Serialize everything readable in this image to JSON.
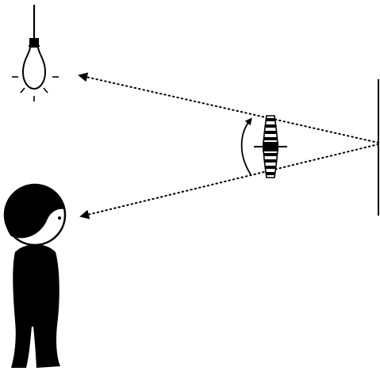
{
  "diagram": {
    "background": "#ffffff",
    "ink": "#000000",
    "elements": [
      "light-bulb-icon",
      "dotted-ray-to-bulb",
      "dotted-ray-to-observer",
      "rotating-polarizer",
      "rotation-arrow",
      "vertical-screen",
      "observer-figure"
    ]
  }
}
